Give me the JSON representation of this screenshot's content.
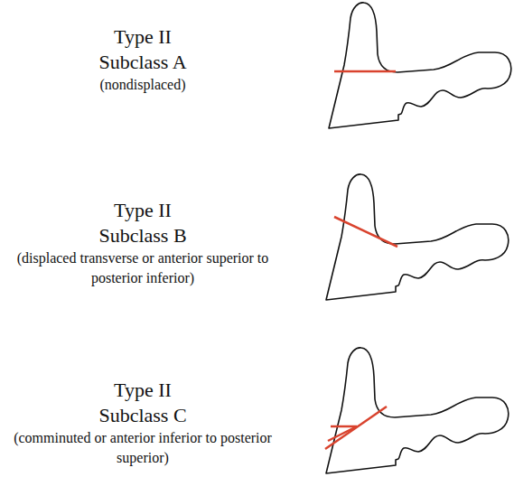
{
  "diagram": {
    "labels": [
      "Type II",
      "Subclass A",
      "(nondisplaced)",
      "Type II",
      "Subclass B",
      "(displaced transverse or anterior superior to posterior inferior)",
      "Type II",
      "Subclass C",
      "(comminuted or anterior inferior to posterior superior)"
    ]
  }
}
